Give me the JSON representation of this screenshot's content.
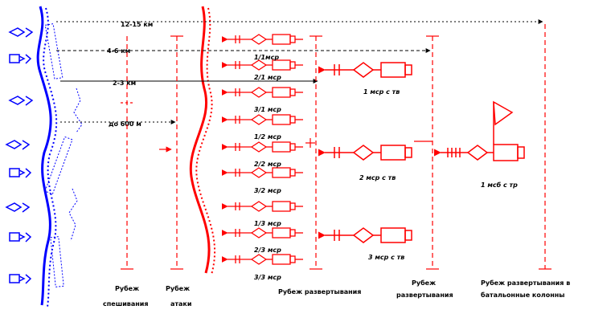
{
  "distances": {
    "d1": "12-15 км",
    "d2": "4-6 км",
    "d3": "2-3 км",
    "d4": "до 600 м"
  },
  "platoon_labels": {
    "p1": "1/1мср",
    "p2": "2/1 мср",
    "p3": "3/1 мср",
    "p4": "1/2 мср",
    "p5": "2/2 мср",
    "p6": "3/2 мср",
    "p7": "1/3 мср",
    "p8": "2/3 мср",
    "p9": "3/3 мср"
  },
  "company_labels": {
    "c1": "1 мср с тв",
    "c2": "2 мср с тв",
    "c3": "3 мср с тв"
  },
  "battalion_label": "1 мсб с тр",
  "lines": {
    "l1": {
      "line1": "Рубеж",
      "line2": "спешивания"
    },
    "l2": {
      "line1": "Рубеж",
      "line2": "атаки"
    },
    "l3": {
      "line1": "Рубеж развертывания"
    },
    "l4": {
      "line1": "Рубеж",
      "line2": "развертывания"
    },
    "l5": {
      "line1": "Рубеж развертывания в",
      "line2": "батальонные колонны"
    }
  },
  "colors": {
    "friendly": "#ff0000",
    "enemy": "#0000ff",
    "text": "#000000"
  }
}
